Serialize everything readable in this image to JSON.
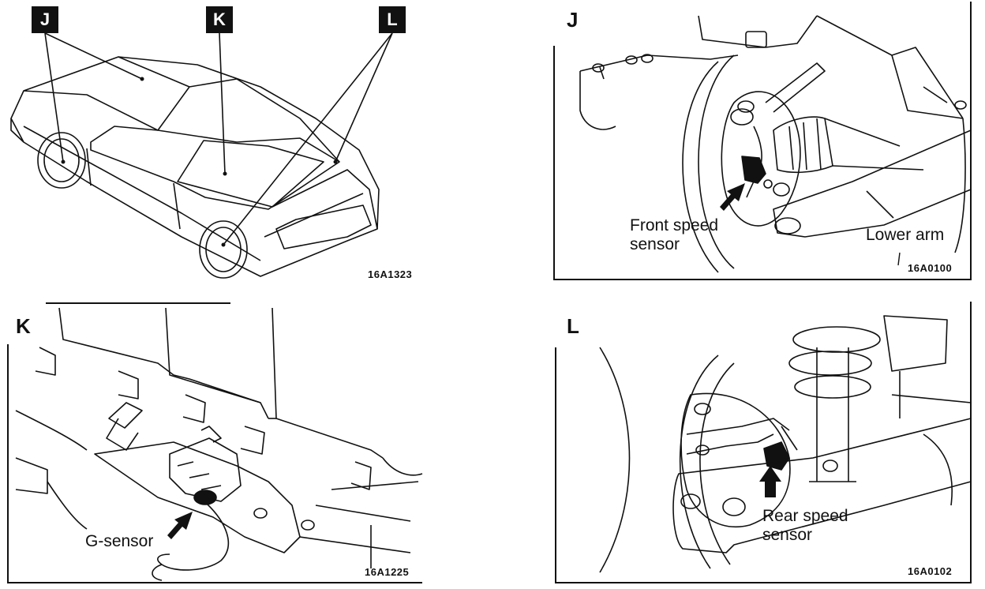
{
  "overview": {
    "callouts": [
      "J",
      "K",
      "L"
    ],
    "code": "16A1323"
  },
  "panel_j": {
    "letter": "J",
    "label_sensor": "Front speed\nsensor",
    "label_arm": "Lower arm",
    "code": "16A0100"
  },
  "panel_k": {
    "letter": "K",
    "label_sensor": "G-sensor",
    "code": "16A1225"
  },
  "panel_l": {
    "letter": "L",
    "label_sensor": "Rear speed\nsensor",
    "code": "16A0102"
  }
}
